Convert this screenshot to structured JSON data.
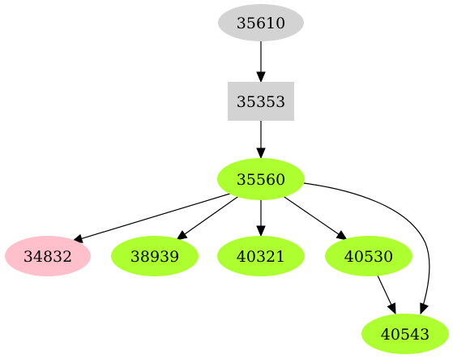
{
  "graph": {
    "nodes": [
      {
        "id": "35610",
        "label": "35610",
        "shape": "ellipse",
        "fill": "#d3d3d3"
      },
      {
        "id": "35353",
        "label": "35353",
        "shape": "box",
        "fill": "#d3d3d3"
      },
      {
        "id": "35560",
        "label": "35560",
        "shape": "ellipse",
        "fill": "#adff2f"
      },
      {
        "id": "34832",
        "label": "34832",
        "shape": "ellipse",
        "fill": "#ffc0cb"
      },
      {
        "id": "38939",
        "label": "38939",
        "shape": "ellipse",
        "fill": "#adff2f"
      },
      {
        "id": "40321",
        "label": "40321",
        "shape": "ellipse",
        "fill": "#adff2f"
      },
      {
        "id": "40530",
        "label": "40530",
        "shape": "ellipse",
        "fill": "#adff2f"
      },
      {
        "id": "40543",
        "label": "40543",
        "shape": "ellipse",
        "fill": "#adff2f"
      }
    ],
    "edges": [
      {
        "from": "35610",
        "to": "35353"
      },
      {
        "from": "35353",
        "to": "35560"
      },
      {
        "from": "35560",
        "to": "34832"
      },
      {
        "from": "35560",
        "to": "38939"
      },
      {
        "from": "35560",
        "to": "40321"
      },
      {
        "from": "35560",
        "to": "40530"
      },
      {
        "from": "35560",
        "to": "40543"
      },
      {
        "from": "40530",
        "to": "40543"
      }
    ]
  }
}
